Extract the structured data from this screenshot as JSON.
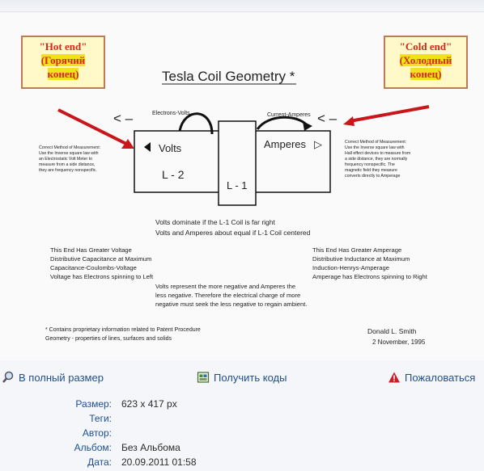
{
  "figure": {
    "title": "Tesla  Coil  Geometry *",
    "hot_end": {
      "line1": "\"Hot end\"",
      "line2": "(Горячий",
      "line3": "конец)"
    },
    "cold_end": {
      "line1": "\"Cold end\"",
      "line2": "(Холодный",
      "line3": "конец)"
    },
    "electrons_volts": "Electrons-Volts",
    "current_amperes": "Current-Amperes",
    "left_arrows": "< –",
    "right_arrows": "< –",
    "volts_label": "Volts",
    "amperes_label": "Amperes",
    "l2_label": "L - 2",
    "l1_label": "L - 1",
    "left_note": [
      "Correct Method of Measurement:",
      "Use the Inverse square law with",
      "an Electrostatic Volt Meter to",
      "measure from a side distance,",
      "they are frequency nonspecific."
    ],
    "right_note": [
      "Correct Method of Measurement:",
      "Use the Inverse square law with",
      "Hall effect devices to measure from",
      "a side distance, they are normally",
      "frequency nonspecific. The",
      "magnetic field they measure",
      "converts directly to Amperage"
    ],
    "center_line1": "Volts dominate if the L-1 Coil is far right",
    "center_line2": "Volts and Amperes about equal if  L-1 Coil centered",
    "left_block": [
      "This End Has Greater Voltage",
      "Distributive Capacitance at Maximum",
      "Capacitance-Coulombs-Voltage",
      "Voltage has Electrons spinning to Left"
    ],
    "right_block": [
      "This End Has Greater Amperage",
      "Distributive Inductance at Maximum",
      "Induction-Henrys-Amperage",
      "Amperage has Electrons spinning to Right"
    ],
    "middle_block": [
      "Volts represent the more negative and Amperes the",
      "less negative. Therefore the electrical charge of more",
      "negative must seek the less negative to regain ambient."
    ],
    "footnote": [
      "* Contains proprietary information related to Patent Procedure",
      "Geometry - properties of lines, surfaces and solids"
    ],
    "author": "Donald L. Smith",
    "date": "2 November, 1995"
  },
  "actions": {
    "full_size": "В полный размер",
    "get_codes": "Получить коды",
    "report": "Пожаловаться"
  },
  "meta": {
    "size_label": "Размер:",
    "size_value": "623 x 417 px",
    "tags_label": "Теги:",
    "tags_value": "",
    "author_label": "Автор:",
    "author_value": "",
    "album_label": "Альбом:",
    "album_value": "Без Альбома",
    "date_label": "Дата:",
    "date_value": "20.09.2011 01:58"
  },
  "colors": {
    "link": "#1f4f8f",
    "annotation_red": "#d12a1a",
    "highlight": "#f2e21a",
    "report_icon": "#c8202a"
  },
  "icons": [
    "magnifier-icon",
    "code-icon",
    "warning-icon"
  ]
}
